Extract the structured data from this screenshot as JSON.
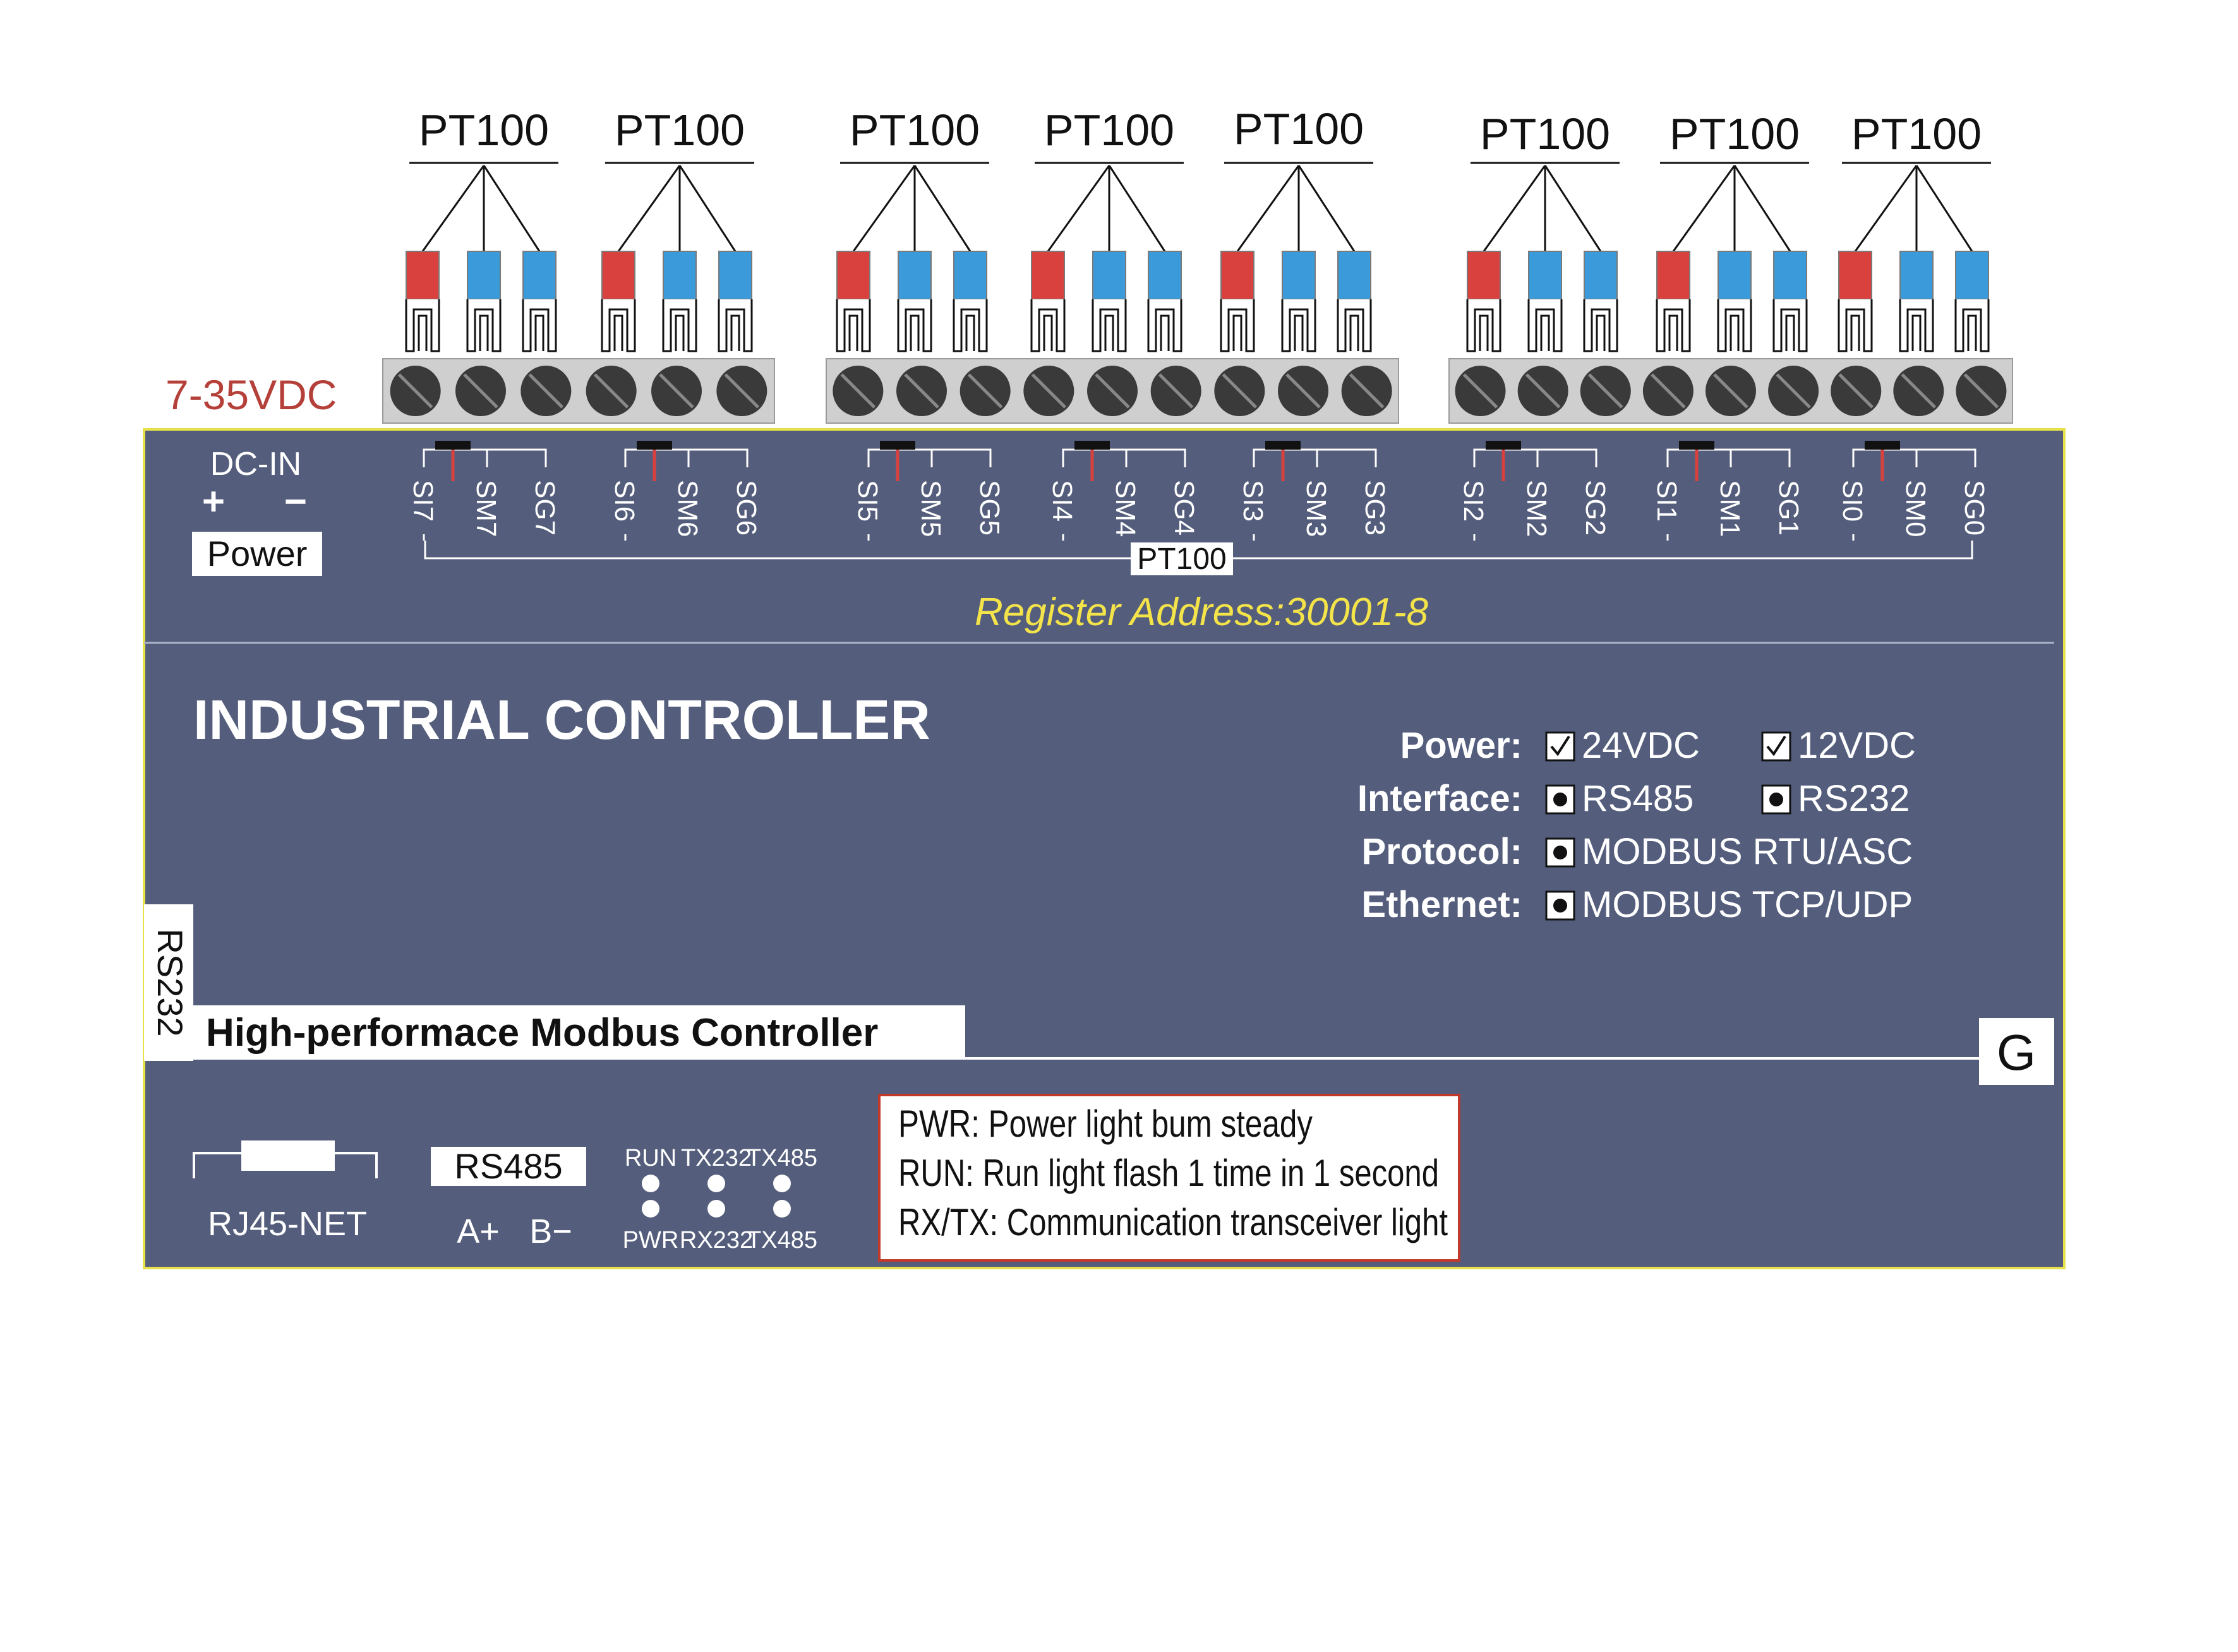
{
  "sensor_label": "PT100",
  "supply": {
    "voltage": "7-35VDC",
    "dc_in": "DC-IN",
    "plus": "+",
    "minus": "−",
    "power_label": "Power"
  },
  "channels": [
    {
      "si": "SI7",
      "sm": "SM7",
      "sg": "SG7"
    },
    {
      "si": "SI6",
      "sm": "SM6",
      "sg": "SG6"
    },
    {
      "si": "SI5",
      "sm": "SM5",
      "sg": "SG5"
    },
    {
      "si": "SI4",
      "sm": "SM4",
      "sg": "SG4"
    },
    {
      "si": "SI3",
      "sm": "SM3",
      "sg": "SG3"
    },
    {
      "si": "SI2",
      "sm": "SM2",
      "sg": "SG2"
    },
    {
      "si": "SI1",
      "sm": "SM1",
      "sg": "SG1"
    },
    {
      "si": "SI0",
      "sm": "SM0",
      "sg": "SG0"
    }
  ],
  "bracket_label": "PT100",
  "register_address": "Register Address:30001-8",
  "title": "INDUSTRIAL CONTROLLER",
  "specs": [
    {
      "label": "Power:",
      "options": [
        {
          "mark": "check",
          "text": "24VDC"
        },
        {
          "mark": "check",
          "text": "12VDC"
        }
      ]
    },
    {
      "label": "Interface:",
      "options": [
        {
          "mark": "dot",
          "text": "RS485"
        },
        {
          "mark": "dot",
          "text": "RS232"
        }
      ]
    },
    {
      "label": "Protocol:",
      "options": [
        {
          "mark": "dot",
          "text": "MODBUS RTU/ASC"
        }
      ]
    },
    {
      "label": "Ethernet:",
      "options": [
        {
          "mark": "dot",
          "text": "MODBUS TCP/UDP"
        }
      ]
    }
  ],
  "rs232_port": "RS232",
  "subtitle": "High-performace Modbus Controller",
  "ground": "G",
  "rj45": "RJ45-NET",
  "rs485": {
    "label": "RS485",
    "a": "A+",
    "b": "B−"
  },
  "leds": {
    "top": [
      "RUN",
      "TX232",
      "TX485"
    ],
    "bottom": [
      "PWR",
      "RX232",
      "TX485"
    ]
  },
  "legend": [
    "PWR: Power light bum steady",
    "RUN: Run light flash 1 time in 1 second",
    "RX/TX: Communication transceiver light"
  ],
  "colors": {
    "panel": "#545e7c",
    "panel_border": "#e8e24a",
    "terminal_strip": "#cfcfcf",
    "screw": "#3a3a3a",
    "wire_red": "#d9413f",
    "wire_blue": "#3b9ad9",
    "supply_red": "#b5403a",
    "register_yellow": "#f4e44a",
    "legend_border": "#c0392b"
  }
}
